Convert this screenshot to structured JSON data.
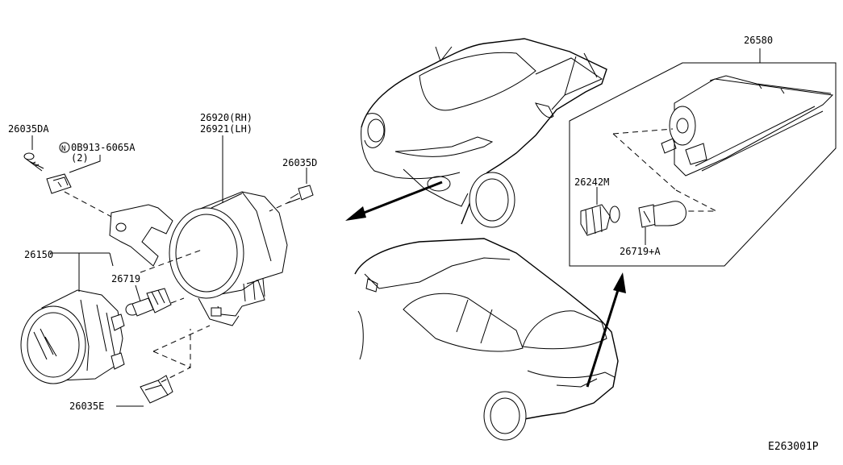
{
  "parts": {
    "screw_da": "26035DA",
    "bolt_code": "0B913-6065A",
    "bolt_qty": "(2)",
    "bolt_prefix": "N",
    "screw_d": "26035D",
    "bracket_rh": "26920(RH)",
    "bracket_lh": "26921(LH)",
    "fog_lamp": "26150",
    "bulb_front": "26719",
    "clip_e": "26035E",
    "rear_lamp": "26580",
    "socket": "26242M",
    "bulb_rear": "26719+A"
  },
  "diagram_code": "E263001P"
}
